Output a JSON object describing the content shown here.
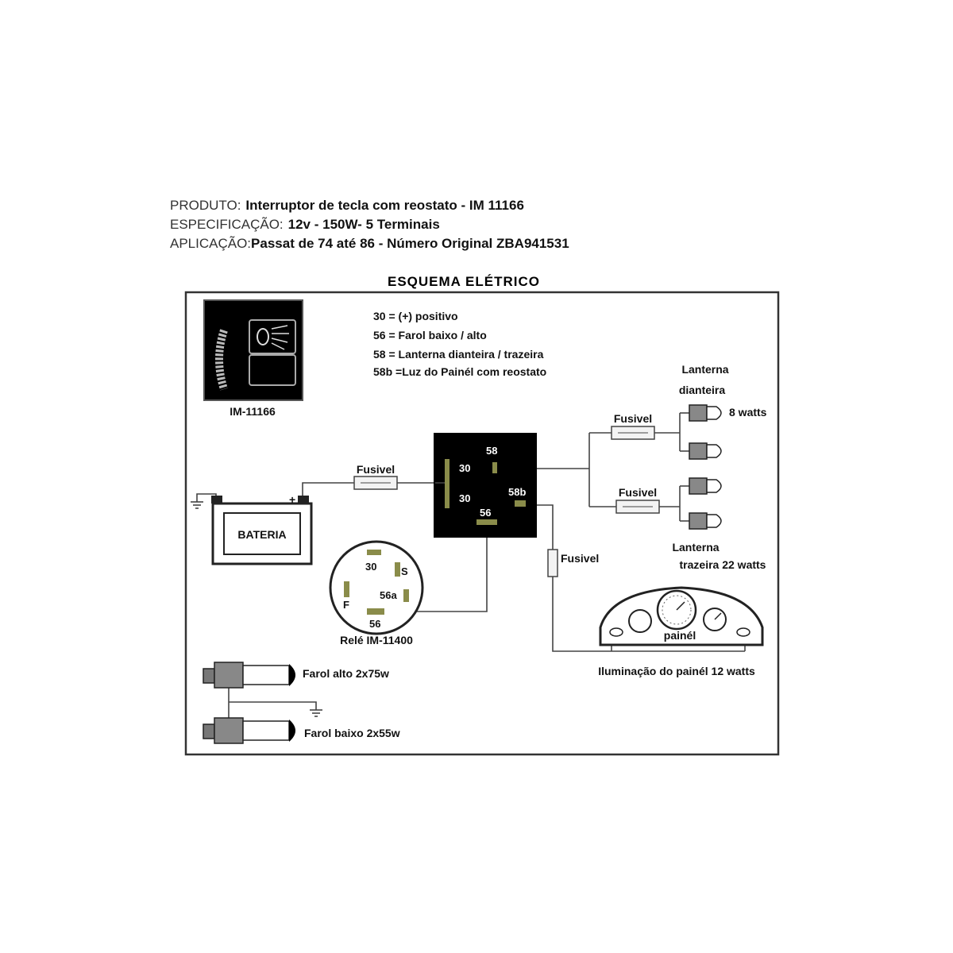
{
  "header": {
    "produto_label": "PRODUTO:",
    "produto_value": "Interruptor de tecla com reostato  - IM 11166",
    "especificacao_label": "ESPECIFICAÇÃO:",
    "especificacao_value": "12v  - 150W- 5 Terminais",
    "aplicacao_label": "APLICAÇÃO:",
    "aplicacao_value": "Passat  de 74 até 86  - Número Original ZBA941531"
  },
  "diagram": {
    "title": "ESQUEMA ELÉTRICO",
    "switch_caption": "IM-11166",
    "legend": [
      "30 =  (+) positivo",
      "56 =  Farol baixo / alto",
      "58 =  Lanterna dianteira / trazeira",
      "58b =Luz do Painél com reostato"
    ],
    "battery_label": "BATERIA",
    "battery_plus": "+",
    "fuse_battery": "Fusivel",
    "fuse_front": "Fusivel",
    "fuse_rear": "Fusivel",
    "fuse_panel": "Fusivel",
    "switch_terminals": {
      "t30a": "30",
      "t30b": "30",
      "t58": "58",
      "t58b": "58b",
      "t56": "56"
    },
    "relay_terminals": {
      "t30": "30",
      "s": "S",
      "t56a": "56a",
      "f": "F",
      "t56": "56"
    },
    "relay_caption": "Relé IM-11400",
    "front_lamp_line1": "Lanterna",
    "front_lamp_line2": "dianteira",
    "front_lamp_watts": "8 watts",
    "rear_lamp_line1": "Lanterna",
    "rear_lamp_line2": "trazeira 22 watts",
    "panel_label": "painél",
    "panel_caption": "Iluminação do painél 12 watts",
    "headlight_high": "Farol alto 2x75w",
    "headlight_low": "Farol baixo 2x55w"
  }
}
